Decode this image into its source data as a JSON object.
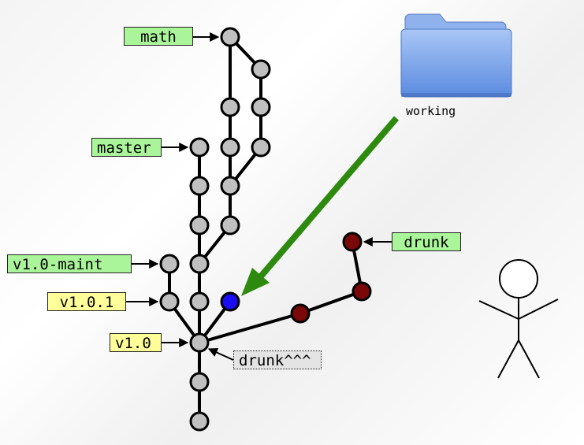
{
  "labels": {
    "math": "math",
    "master": "master",
    "v1_0_maint": "v1.0-maint",
    "v1_0_1": "v1.0.1",
    "v1_0": "v1.0",
    "drunk_head": "drunk^^^",
    "drunk": "drunk",
    "working": "working"
  },
  "colors": {
    "commit": "#c0c0c0",
    "head_commit": "#1a0ef0",
    "drunk_commit": "#7a0808",
    "branch_label": "#aaf599",
    "tag_label": "#ffff99",
    "arrow": "#2e8a0e",
    "folder": "#6d9be8"
  },
  "icons": [
    "folder-icon",
    "stick-figure-icon"
  ]
}
